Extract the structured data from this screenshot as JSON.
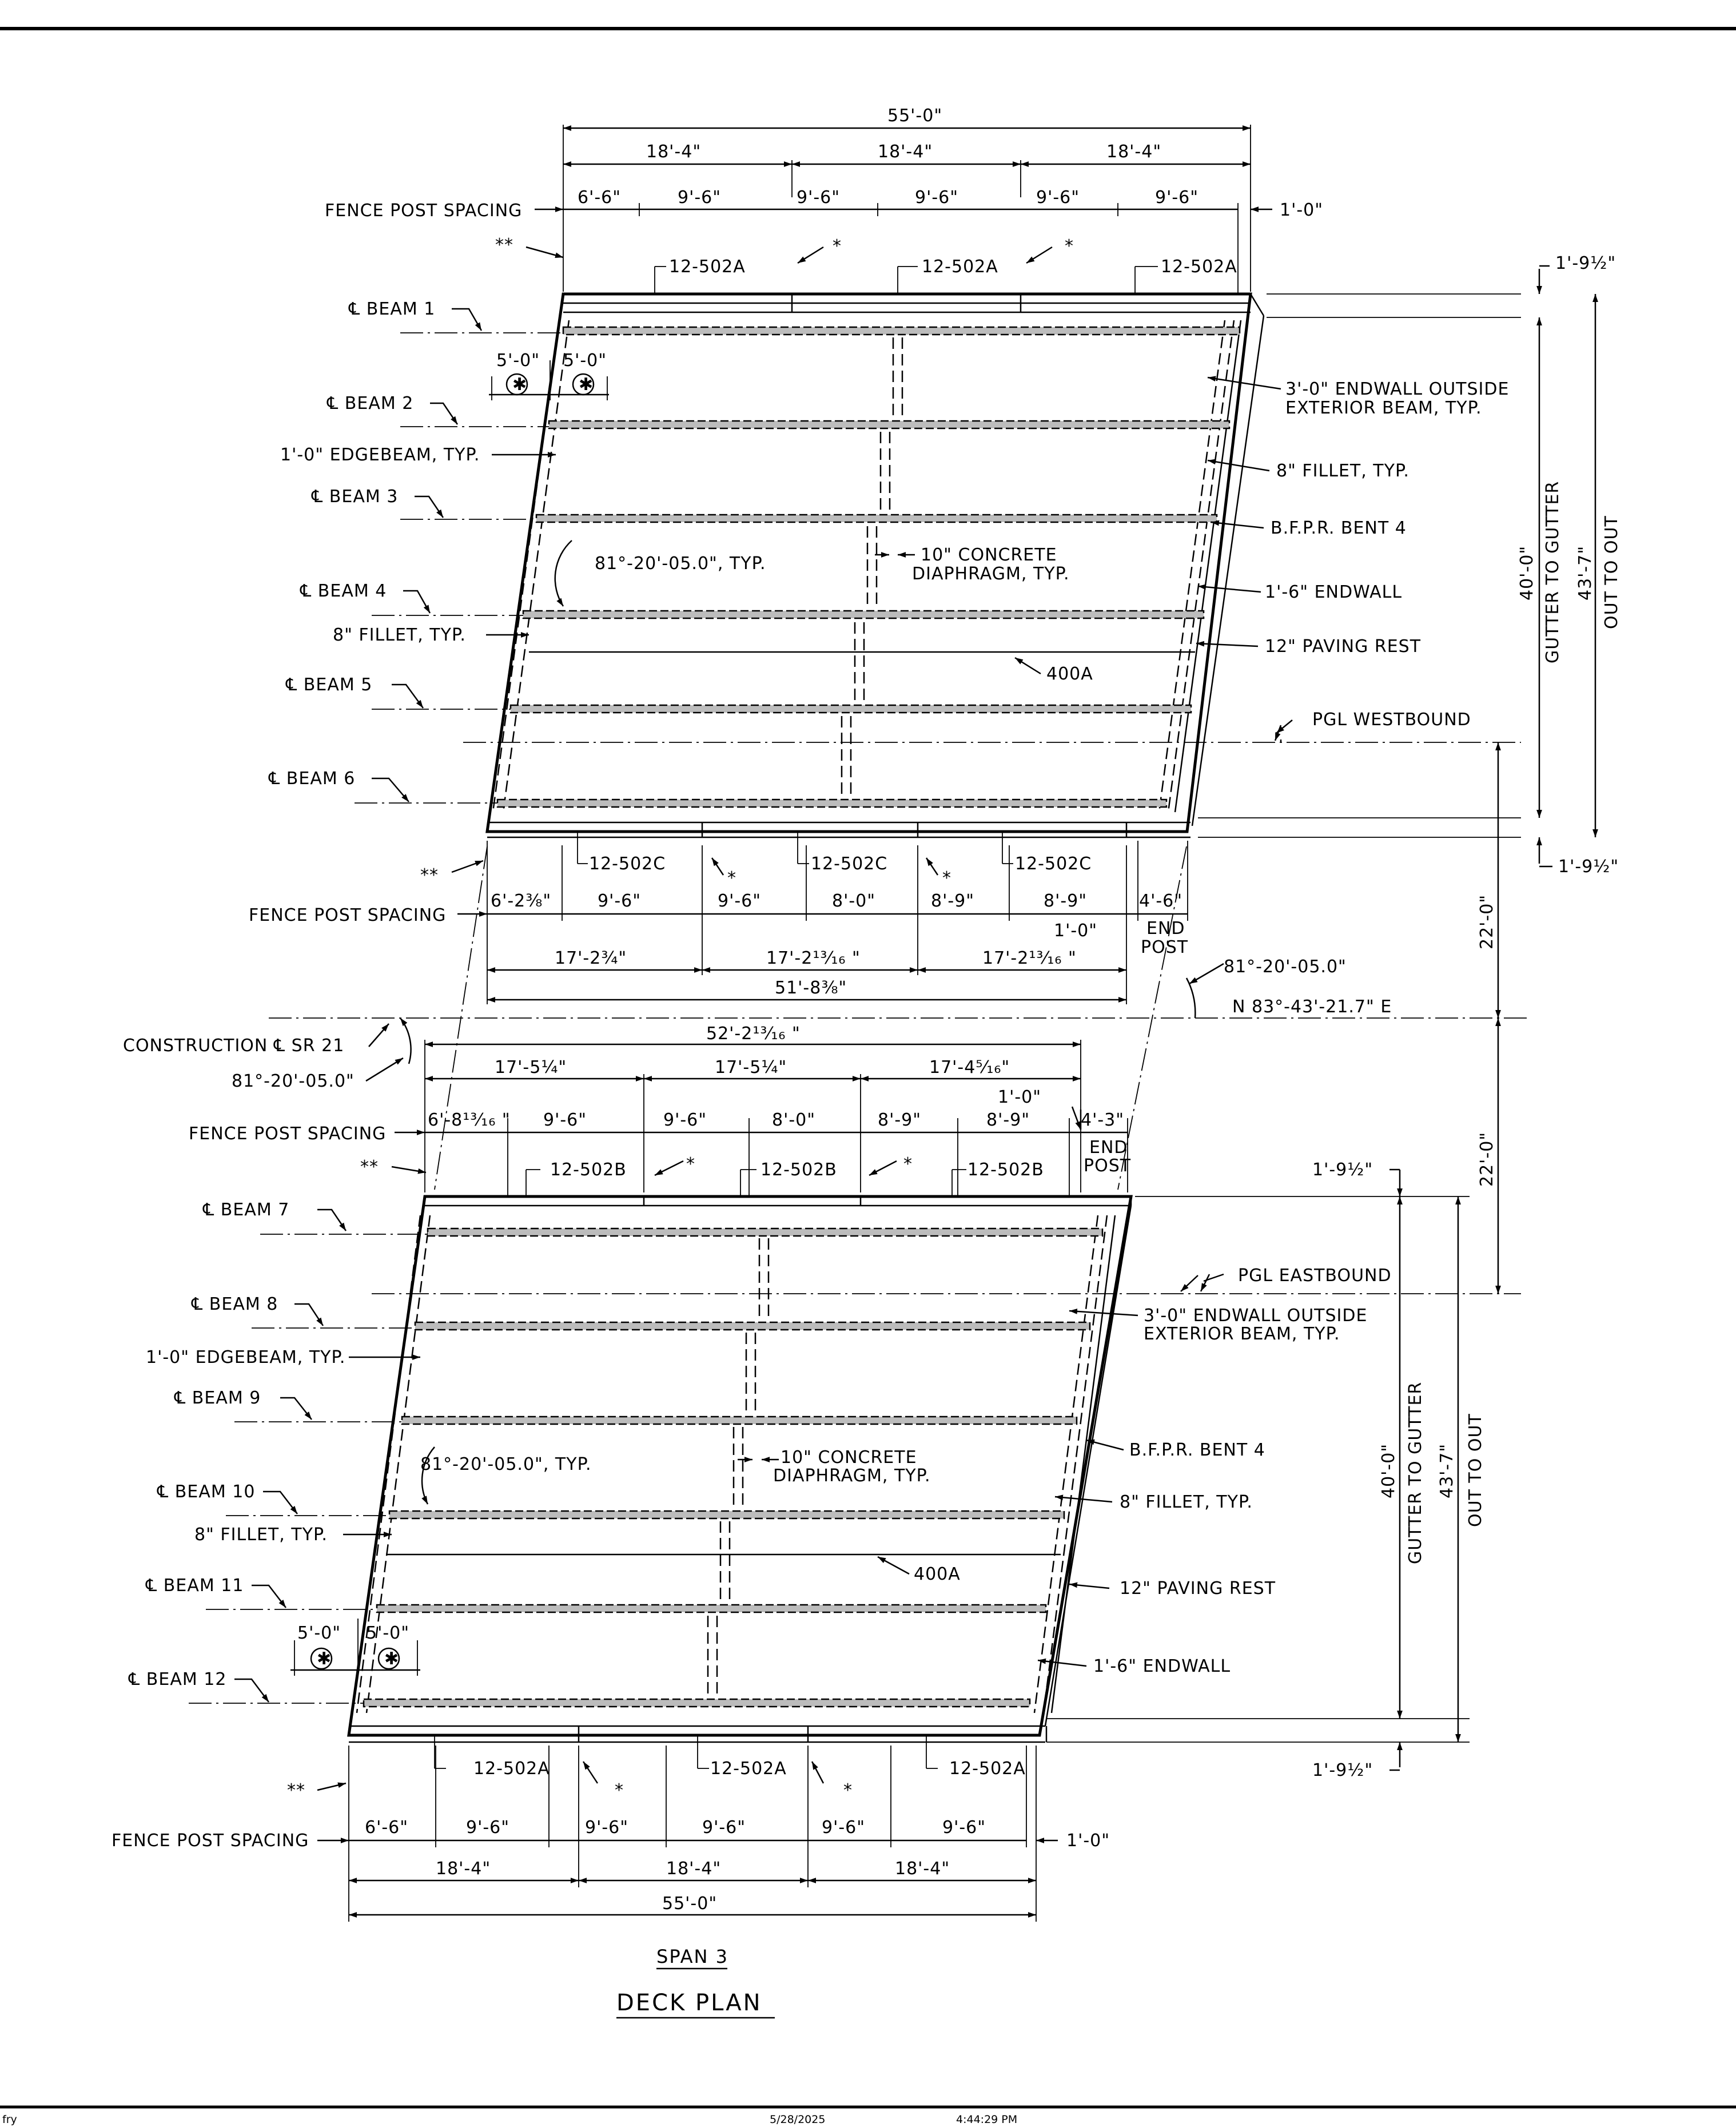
{
  "sheet": {
    "title": "DECK PLAN",
    "subtitle": "SPAN 3",
    "footer_left": "fry",
    "footer_date": "5/28/2025",
    "footer_time": "4:44:29 PM"
  },
  "westbound": {
    "top_overall": "55'-0\"",
    "top_thirds": [
      "18'-4\"",
      "18'-4\"",
      "18'-4\""
    ],
    "top_posts": [
      "6'-6\"",
      "9'-6\"",
      "9'-6\"",
      "9'-6\"",
      "9'-6\"",
      "9'-6\""
    ],
    "top_end": "1'-0\"",
    "fence_label": "FENCE POST SPACING",
    "double_star": "**",
    "star": "*",
    "top_marks": [
      "12-502A",
      "12-502A",
      "12-502A"
    ],
    "beams": [
      "℄ BEAM 1",
      "℄ BEAM 2",
      "℄ BEAM 3",
      "℄ BEAM 4",
      "℄ BEAM 5",
      "℄ BEAM 6"
    ],
    "light_offsets": [
      "5'-0\"",
      "5'-0\""
    ],
    "edgebeam": "1'-0\" EDGEBEAM, TYP.",
    "skew": "81°-20'-05.0\", TYP.",
    "fillet_left": "8\" FILLET, TYP.",
    "diaphragm": [
      "10\" CONCRETE",
      "DIAPHRAGM, TYP."
    ],
    "bar": "400A",
    "right_notes": [
      "3'-0\" ENDWALL OUTSIDE",
      "EXTERIOR BEAM, TYP.",
      "8\" FILLET, TYP.",
      "B.F.P.R. BENT 4",
      "1'-6\" ENDWALL",
      "12\" PAVING REST"
    ],
    "pgl": "PGL WESTBOUND",
    "vert": {
      "gutter": "40'-0\"",
      "gutter_label": "GUTTER TO GUTTER",
      "out": "43'-7\"",
      "out_label": "OUT TO OUT",
      "edge_top": "1'-9½\"",
      "edge_bot": "1'-9½\""
    },
    "bot_marks": [
      "12-502C",
      "12-502C",
      "12-502C"
    ],
    "bot_posts": [
      "6'-2⅜\"",
      "9'-6\"",
      "9'-6\"",
      "8'-0\"",
      "8'-9\"",
      "8'-9\"",
      "4'-6\""
    ],
    "bot_end": "1'-0\"",
    "end_post": [
      "END",
      "POST"
    ],
    "bot_thirds": [
      "17'-2¾\"",
      "17'-2¹³⁄₁₆ \"",
      "17'-2¹³⁄₁₆ \""
    ],
    "bot_overall": "51'-8⅜\""
  },
  "center": {
    "skew": "81°-20'-05.0\"",
    "bearing": "N 83°-43'-21.7\" E",
    "construction": "CONSTRUCTION ℄ SR 21",
    "skew_left": "81°-20'-05.0\"",
    "offset_upper": "22'-0\"",
    "offset_lower": "22'-0\""
  },
  "eastbound": {
    "top_overall": "52'-2¹³⁄₁₆ \"",
    "top_thirds": [
      "17'-5¼\"",
      "17'-5¼\"",
      "17'-4⁵⁄₁₆\""
    ],
    "top_posts": [
      "6'-8¹³⁄₁₆ \"",
      "9'-6\"",
      "9'-6\"",
      "8'-0\"",
      "8'-9\"",
      "8'-9\"",
      "4'-3\""
    ],
    "top_end": "1'-0\"",
    "end_post": [
      "END",
      "POST"
    ],
    "fence_label": "FENCE POST SPACING",
    "double_star": "**",
    "star": "*",
    "top_marks": [
      "12-502B",
      "12-502B",
      "12-502B"
    ],
    "beams": [
      "℄ BEAM 7",
      "℄ BEAM 8",
      "℄ BEAM 9",
      "℄ BEAM 10",
      "℄ BEAM 11",
      "℄ BEAM 12"
    ],
    "edgebeam": "1'-0\" EDGEBEAM, TYP.",
    "skew": "81°-20'-05.0\", TYP.",
    "fillet_left": "8\" FILLET, TYP.",
    "diaphragm": [
      "10\" CONCRETE",
      "DIAPHRAGM, TYP."
    ],
    "bar": "400A",
    "light_offsets": [
      "5'-0\"",
      "5'-0\""
    ],
    "right_notes": [
      "3'-0\" ENDWALL OUTSIDE",
      "EXTERIOR BEAM, TYP.",
      "B.F.P.R. BENT 4",
      "8\" FILLET, TYP.",
      "12\" PAVING REST",
      "1'-6\" ENDWALL"
    ],
    "pgl": "PGL EASTBOUND",
    "vert": {
      "gutter": "40'-0\"",
      "gutter_label": "GUTTER TO GUTTER",
      "out": "43'-7\"",
      "out_label": "OUT TO OUT",
      "edge_top": "1'-9½\"",
      "edge_bot": "1'-9½\""
    },
    "bot_marks": [
      "12-502A",
      "12-502A",
      "12-502A"
    ],
    "bot_posts": [
      "6'-6\"",
      "9'-6\"",
      "9'-6\"",
      "9'-6\"",
      "9'-6\"",
      "9'-6\""
    ],
    "bot_end": "1'-0\"",
    "bot_thirds": [
      "18'-4\"",
      "18'-4\"",
      "18'-4\""
    ],
    "bot_overall": "55'-0\""
  }
}
